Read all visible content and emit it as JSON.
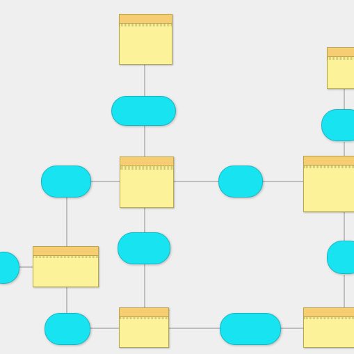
{
  "entities": [
    {
      "id": "ent_top",
      "header": "",
      "rows": [
        "",
        "",
        "",
        ""
      ]
    },
    {
      "id": "ent_agent",
      "header": "",
      "rows": [
        "",
        "",
        "",
        "",
        ""
      ]
    },
    {
      "id": "ent_right",
      "header": "",
      "rows": [
        "",
        "",
        "",
        ""
      ]
    },
    {
      "id": "ent_topright",
      "header": "",
      "rows": [
        "",
        "",
        "",
        ""
      ]
    },
    {
      "id": "ent_left",
      "header": "",
      "rows": [
        "",
        "",
        ""
      ]
    },
    {
      "id": "ent_bottom",
      "header": "",
      "rows": [
        "",
        "",
        ""
      ]
    },
    {
      "id": "ent_bottomright",
      "header": "",
      "rows": [
        "",
        "",
        ""
      ]
    }
  ],
  "relationships": [
    {
      "id": "rel_top",
      "label": ""
    },
    {
      "id": "rel_left",
      "label": ""
    },
    {
      "id": "rel_mid",
      "label": ""
    },
    {
      "id": "rel_center_down",
      "label": ""
    },
    {
      "id": "rel_far_left",
      "label": ""
    },
    {
      "id": "rel_bottom_left",
      "label": ""
    },
    {
      "id": "rel_bottom_mid",
      "label": ""
    },
    {
      "id": "rel_right_top",
      "label": ""
    },
    {
      "id": "rel_right_mid",
      "label": ""
    }
  ],
  "cardinalities": [
    "",
    "",
    "",
    "",
    "",
    "",
    "",
    "",
    "",
    "",
    "",
    "",
    "",
    "",
    ""
  ],
  "colors": {
    "entity_fill": "#fbf29a",
    "entity_header": "#f7cd74",
    "relationship_fill": "#18e3f0",
    "connector": "#8c8c8c",
    "background": "#efefef"
  }
}
